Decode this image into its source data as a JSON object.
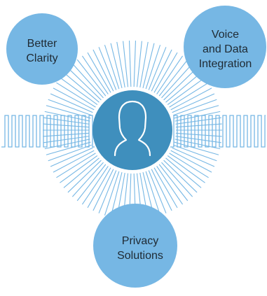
{
  "colors": {
    "bubble": "#76b7e4",
    "center": "#3f8fbd",
    "rays": "#76b7e4",
    "wave": "#76b7e4",
    "head_outline": "#ffffff"
  },
  "center": {
    "icon": "head-silhouette-icon"
  },
  "bubbles": [
    {
      "label": "Better\nClarity"
    },
    {
      "label": "Voice\nand Data\nIntegration"
    },
    {
      "label": "Privacy\nSolutions"
    }
  ]
}
